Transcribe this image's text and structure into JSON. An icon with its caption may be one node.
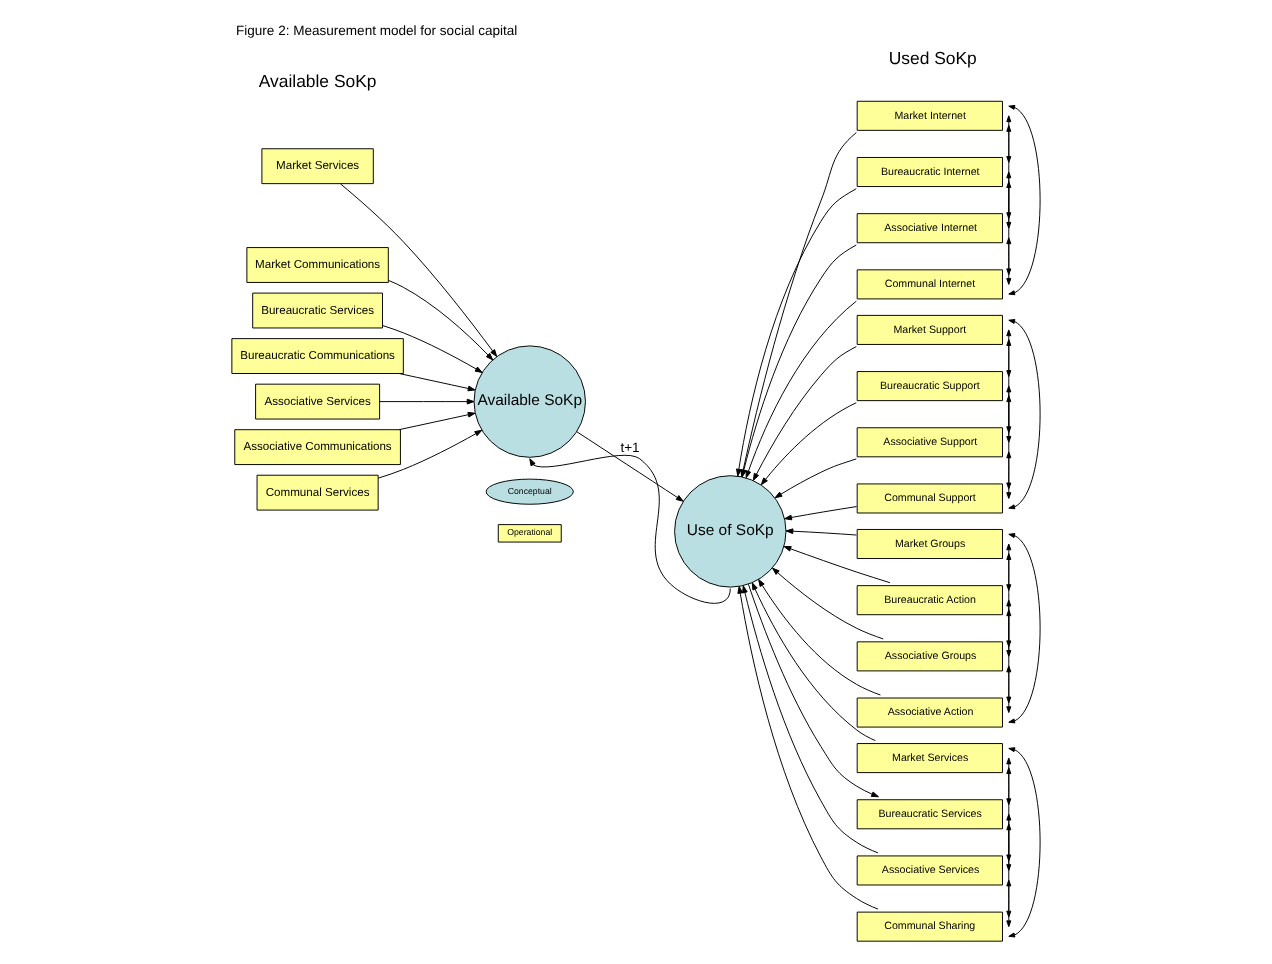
{
  "diagram": {
    "title": "Figure 2: Measurement model for social capital",
    "nodes": [
      {
        "text": [
          "Market Services"
        ]
      },
      {
        "text": [
          "Market Communications"
        ]
      },
      {
        "text": [
          "Bureaucratic Services"
        ]
      },
      {
        "text": [
          "Bureaucratic Communications"
        ]
      },
      {
        "text": [
          "Associative Services"
        ]
      },
      {
        "text": [
          "Associative Communications"
        ]
      },
      {
        "text": [
          "Communal Services"
        ]
      },
      {
        "text": [
          "Available SoKp"
        ]
      },
      {
        "text": [
          "Use of SoKp"
        ]
      },
      {
        "text": [
          "Market Internet"
        ]
      },
      {
        "text": [
          "Bureaucratic Internet"
        ]
      },
      {
        "text": [
          "Associative Internet"
        ]
      },
      {
        "text": [
          "Communal Internet"
        ]
      },
      {
        "text": [
          "Market Support"
        ]
      },
      {
        "text": [
          "Bureaucratic Support"
        ]
      },
      {
        "text": [
          "Associative Support"
        ]
      },
      {
        "text": [
          "Communal Support"
        ]
      },
      {
        "text": [
          "Market Groups"
        ]
      },
      {
        "text": [
          "Bureaucratic Action"
        ]
      },
      {
        "text": [
          "Associative Groups"
        ]
      },
      {
        "text": [
          "Associative Action"
        ]
      },
      {
        "text": [
          "Market Services"
        ]
      },
      {
        "text": [
          "Bureaucratic Services"
        ]
      },
      {
        "text": [
          "Associative Services"
        ]
      },
      {
        "text": [
          "Communal Sharing"
        ]
      },
      {
        "text": [
          "Conceptual"
        ]
      },
      {
        "text": [
          "Operational"
        ]
      }
    ],
    "edges": [
      {
        "from": 0,
        "to": 7,
        "arrow": "to"
      },
      {
        "from": 1,
        "to": 7,
        "arrow": "to"
      },
      {
        "from": 2,
        "to": 7,
        "arrow": "to"
      },
      {
        "from": 3,
        "to": 7,
        "arrow": "to"
      },
      {
        "from": 4,
        "to": 7,
        "arrow": "to"
      },
      {
        "from": 5,
        "to": 7,
        "arrow": "to"
      },
      {
        "from": 6,
        "to": 7,
        "arrow": "to"
      },
      {
        "from": 7,
        "to": 8,
        "arrow": "to"
      },
      {
        "from": 8,
        "to": 7,
        "arrow": "to",
        "label": "t+1"
      },
      {
        "from": 9,
        "to": 8,
        "arrow": "to"
      },
      {
        "from": 10,
        "to": 8,
        "arrow": "to"
      },
      {
        "from": 11,
        "to": 8,
        "arrow": "to"
      },
      {
        "from": 12,
        "to": 8,
        "arrow": "to"
      },
      {
        "from": 13,
        "to": 8,
        "arrow": "to"
      },
      {
        "from": 14,
        "to": 8,
        "arrow": "to"
      },
      {
        "from": 15,
        "to": 8,
        "arrow": "to"
      },
      {
        "from": 16,
        "to": 8,
        "arrow": "to"
      },
      {
        "from": 17,
        "to": 8,
        "arrow": "to"
      },
      {
        "from": 18,
        "to": 8,
        "arrow": "to"
      },
      {
        "from": 19,
        "to": 8,
        "arrow": "to"
      },
      {
        "from": 20,
        "to": 8,
        "arrow": "to"
      },
      {
        "from": 21,
        "to": 8,
        "arrow": "to"
      },
      {
        "from": 8,
        "to": 22,
        "arrow": "to"
      },
      {
        "from": 23,
        "to": 8,
        "arrow": "to"
      },
      {
        "from": 24,
        "to": 8,
        "arrow": "to"
      },
      {
        "from": 9,
        "to": 10,
        "arrow": "both"
      },
      {
        "from": 9,
        "to": 11,
        "arrow": "both"
      },
      {
        "from": 9,
        "to": 12,
        "arrow": "both"
      },
      {
        "from": 10,
        "to": 11,
        "arrow": "both"
      },
      {
        "from": 10,
        "to": 12,
        "arrow": "both"
      },
      {
        "from": 11,
        "to": 12,
        "arrow": "both"
      },
      {
        "from": 13,
        "to": 14,
        "arrow": "both"
      },
      {
        "from": 13,
        "to": 15,
        "arrow": "both"
      },
      {
        "from": 13,
        "to": 16,
        "arrow": "both"
      },
      {
        "from": 14,
        "to": 15,
        "arrow": "both"
      },
      {
        "from": 14,
        "to": 16,
        "arrow": "both"
      },
      {
        "from": 15,
        "to": 16,
        "arrow": "both"
      },
      {
        "from": 17,
        "to": 18,
        "arrow": "both"
      },
      {
        "from": 17,
        "to": 19,
        "arrow": "both"
      },
      {
        "from": 17,
        "to": 20,
        "arrow": "both"
      },
      {
        "from": 18,
        "to": 19,
        "arrow": "both"
      },
      {
        "from": 18,
        "to": 20,
        "arrow": "both"
      },
      {
        "from": 19,
        "to": 20,
        "arrow": "both"
      },
      {
        "from": 21,
        "to": 22,
        "arrow": "both"
      },
      {
        "from": 21,
        "to": 23,
        "arrow": "both"
      },
      {
        "from": 21,
        "to": 24,
        "arrow": "both"
      },
      {
        "from": 22,
        "to": 23,
        "arrow": "both"
      },
      {
        "from": 22,
        "to": 24,
        "arrow": "both"
      },
      {
        "from": 23,
        "to": 24,
        "arrow": "both"
      }
    ],
    "labels": [
      "Available SoKp",
      "Used SoKp"
    ]
  }
}
